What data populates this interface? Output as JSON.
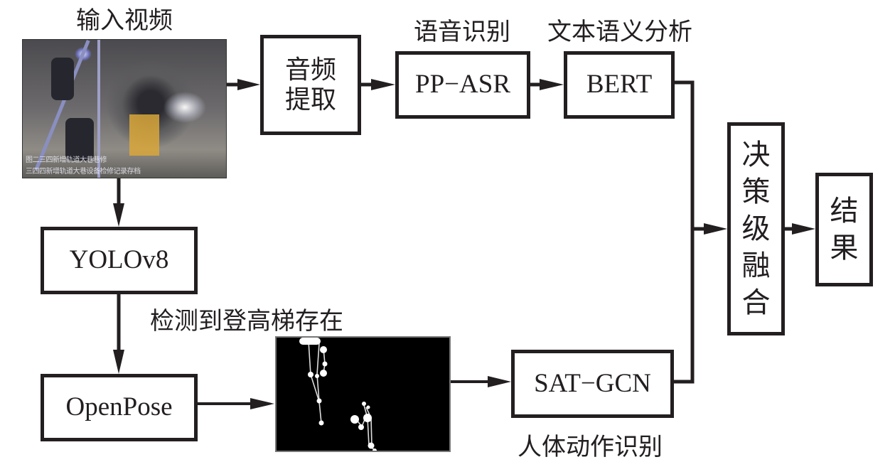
{
  "diagram": {
    "labels": {
      "input_video": "输入视频",
      "speech_recognition": "语音识别",
      "text_semantic_analysis": "文本语义分析",
      "ladder_detected": "检测到登高梯存在",
      "human_action_recognition": "人体动作识别"
    },
    "nodes": {
      "audio_extraction": "音频\n提取",
      "pp_asr": "PP−ASR",
      "bert": "BERT",
      "decision_fusion": "决策级融合",
      "result": "结果",
      "yolov8": "YOLOv8",
      "openpose": "OpenPose",
      "sat_gcn": "SAT−GCN"
    },
    "video_frame": {
      "caption_line1": "图二三四新增轨道大巷巷修",
      "caption_line2": "三四四新增轨道大巷设备检修记录存档"
    },
    "edges": [
      {
        "from": "input_video",
        "to": "audio_extraction"
      },
      {
        "from": "audio_extraction",
        "to": "pp_asr"
      },
      {
        "from": "pp_asr",
        "to": "bert"
      },
      {
        "from": "bert",
        "to": "decision_fusion"
      },
      {
        "from": "input_video",
        "to": "yolov8"
      },
      {
        "from": "yolov8",
        "to": "openpose",
        "label": "检测到登高梯存在"
      },
      {
        "from": "openpose",
        "to": "skeleton_image"
      },
      {
        "from": "skeleton_image",
        "to": "sat_gcn"
      },
      {
        "from": "sat_gcn",
        "to": "decision_fusion"
      },
      {
        "from": "decision_fusion",
        "to": "result"
      }
    ]
  }
}
